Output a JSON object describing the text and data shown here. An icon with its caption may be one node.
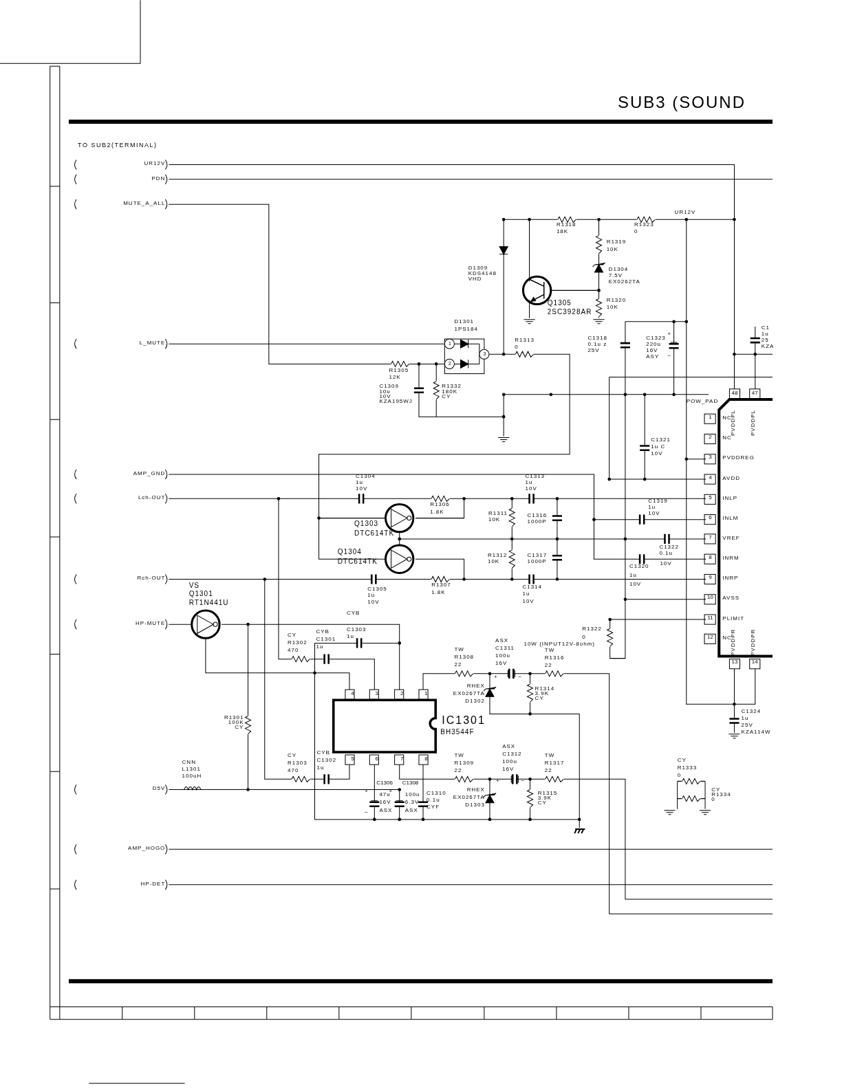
{
  "diagram": {
    "title": "SUB3 (SOUND",
    "labels": [
      "TO SUB2(TERMINAL)",
      "UR12V",
      "PDN",
      "MUTE_A_ALL",
      "L_MUTE",
      "AMP_GND",
      "Lch-OUT",
      "Rch-OUT",
      "HP-MUTE",
      "D5V",
      "AMP_HOGO",
      "HP-DET",
      "R1318",
      "18K",
      "R1323",
      "0",
      "UR12V",
      "R1319",
      "10K",
      "D1309",
      "KDS4148",
      "VHD",
      "D1304",
      "7.5V",
      "EX0262TA",
      "Q1305",
      "2SC3928AR",
      "R1320",
      "10K",
      "D1301",
      "1PS184",
      "1",
      "2",
      "3",
      "R1313",
      "0",
      "C1318",
      "0.1u z",
      "25V",
      "C1323",
      "220u",
      "16V",
      "ASY",
      "+",
      "−",
      "C1",
      "1u",
      "25",
      "KZA",
      "R1305",
      "12K",
      "C1309",
      "10u",
      "10V",
      "KZA195WJ",
      "R1332",
      "180K",
      "CY",
      "POW_PAD",
      "48",
      "47",
      "PVDDPL",
      "PVDDPL",
      "1",
      "NC",
      "2",
      "NC",
      "3",
      "PVDDREG",
      "4",
      "AVDD",
      "5",
      "INLP",
      "6",
      "INLM",
      "7",
      "VREF",
      "8",
      "INRM",
      "9",
      "INRP",
      "10",
      "AVSS",
      "11",
      "PLIMIT",
      "12",
      "NC",
      "PVDDPR",
      "PVDDPR",
      "13",
      "14",
      "C1321",
      "1u C",
      "10V",
      "C1304",
      "1u",
      "10V",
      "C1313",
      "1u",
      "10V",
      "R1306",
      "1.8K",
      "Q1303",
      "DTC614TK",
      "R1311",
      "10K",
      "C1316",
      "1000P",
      "C1319",
      "1u",
      "10V",
      "Q1304",
      "DTC614TK",
      "R1312",
      "10K",
      "C1317",
      "1000P",
      "C1322",
      "0.1u",
      "10V",
      "C1320",
      "1u",
      "10V",
      "C1305",
      "1u",
      "10V",
      "R1307",
      "1.8K",
      "C1314",
      "1u",
      "10V",
      "VS",
      "Q1301",
      "RT1N441U",
      "CYB",
      "C1303",
      "1u",
      "CY",
      "R1302",
      "470",
      "CYB",
      "C1301",
      "1u",
      "R1322",
      "0",
      "10W (INPUT12V-8ohm)",
      "ASX",
      "C1311",
      "100u",
      "16V",
      "TW",
      "R1308",
      "22",
      "TW",
      "R1316",
      "22",
      "+",
      "−",
      "RHEX",
      "EX0267TA",
      "D1302",
      "R1314",
      "3.9K",
      "CY",
      "4",
      "3",
      "2",
      "1",
      "IC1301",
      "BH3544F",
      "5",
      "6",
      "7",
      "8",
      "R1301",
      "100K",
      "CY",
      "C1324",
      "1u",
      "25V",
      "KZA114W",
      "CNN",
      "L1301",
      "100uH",
      "CY",
      "R1303",
      "470",
      "CYB",
      "C1302",
      "1u",
      "ASX",
      "C1312",
      "100u",
      "16V",
      "TW",
      "R1309",
      "22",
      "TW",
      "R1317",
      "22",
      "+",
      "−",
      "C1306",
      "C1308",
      "+",
      "−",
      "+",
      "47u",
      "16V",
      "ASX",
      "100u",
      "6.3V",
      "ASX",
      "C1310",
      "0.1u",
      "CYF",
      "RHEX",
      "EX0267TA",
      "D1303",
      "R1315",
      "3.9K",
      "CY",
      "CY",
      "R1333",
      "0",
      "CY",
      "R1334",
      "0"
    ]
  }
}
